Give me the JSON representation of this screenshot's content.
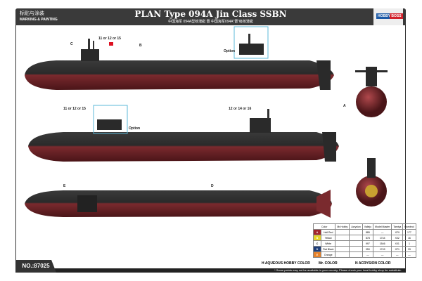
{
  "header": {
    "label_cn": "标贴与涂装",
    "label_en": "MARKING & PAINTING",
    "title": "PLAN Type 094A Jin Class SSBN",
    "subtitle_cn": "中国海军 094A型核潜艇 晋     中国海军094A“晋”级核潜艇",
    "brand": "HOBBY BOSS"
  },
  "callouts": [
    {
      "text": "11 or 12 or 15"
    },
    {
      "text": "Option"
    },
    {
      "text": "11 or 12 or 15"
    },
    {
      "text": "Option"
    },
    {
      "text": "12 or 14 or 16"
    }
  ],
  "part_labels": [
    "A",
    "B",
    "C",
    "D",
    "E"
  ],
  "colors": {
    "hull_red": "#7a2a2e",
    "hull_black": "#2a2a2a",
    "accent": "#5bb8d8"
  },
  "color_table": {
    "headers": [
      "Color",
      "Mr.Hobby",
      "Acrysion",
      "Vallejo",
      "Model Master",
      "Tamiya",
      "Humbrol"
    ],
    "rows": [
      {
        "code": "A",
        "swatch": "#a3262b",
        "name": "Hull Red",
        "vals": [
          "",
          "",
          "885",
          "—",
          "XF9",
          "177"
        ]
      },
      {
        "code": "B",
        "swatch": "#e6d42a",
        "name": "Yellow",
        "vals": [
          "",
          "",
          "878",
          "1744",
          "X02",
          "16"
        ]
      },
      {
        "code": "C",
        "swatch": "#ffffff",
        "name": "White",
        "vals": [
          "",
          "",
          "997",
          "1546",
          "X01",
          "1"
        ]
      },
      {
        "code": "D",
        "swatch": "#1f3f7a",
        "name": "Flat Black",
        "vals": [
          "",
          "",
          "950",
          "1749",
          "XF1",
          "33"
        ]
      },
      {
        "code": "E",
        "swatch": "#e6822a",
        "name": "Orange",
        "vals": [
          "",
          "",
          "—",
          "—",
          "—",
          "—"
        ]
      }
    ]
  },
  "legend": {
    "aqueous": "H AQUEOUS HOBBY COLOR",
    "mr": "Mr. COLOR",
    "acrysion": "N ACRYSION COLOR"
  },
  "footer": {
    "note": "* Some paints may not be available in your country. Please check your local hobby shop for substitute.",
    "number": "NO.:87025"
  }
}
